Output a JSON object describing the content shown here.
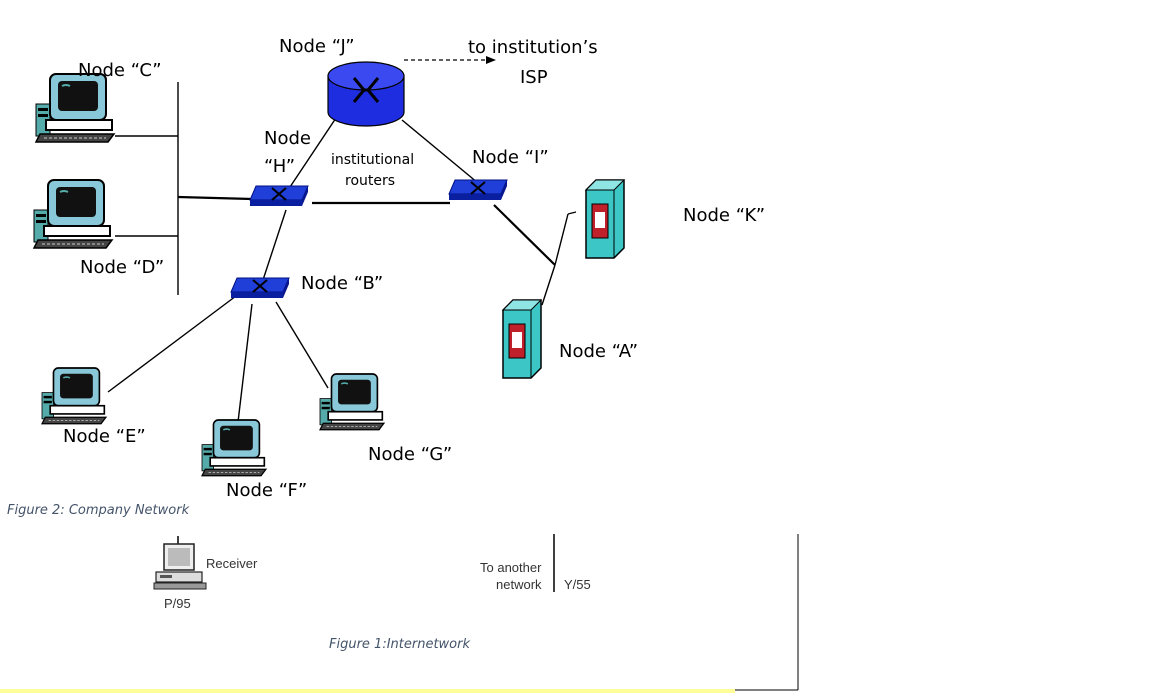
{
  "figure2": {
    "caption": "Figure 2: Company Network",
    "nodes": {
      "A": "Node “A”",
      "B": "Node “B”",
      "C": "Node “C”",
      "D": "Node “D”",
      "E": "Node “E”",
      "F": "Node “F”",
      "G": "Node “G”",
      "H_line1": "Node",
      "H_line2": "“H”",
      "I": "Node “I”",
      "J": "Node “J”",
      "K": "Node “K”"
    },
    "router_group_label_line1": "institutional",
    "router_group_label_line2": "routers",
    "isp_label_line1": "to institution’s",
    "isp_label_line2": "ISP"
  },
  "figure1": {
    "caption": "Figure 1:Internetwork",
    "receiver_label": "Receiver",
    "receiver_address": "P/95",
    "network_label_line1": "To another",
    "network_label_line2": "network",
    "network_address": "Y/55"
  },
  "colors": {
    "router_blue": "#1f2de0",
    "switch_blue": "#1f3fd8",
    "server_teal": "#3cc6c6",
    "caption_gray": "#44546a"
  }
}
